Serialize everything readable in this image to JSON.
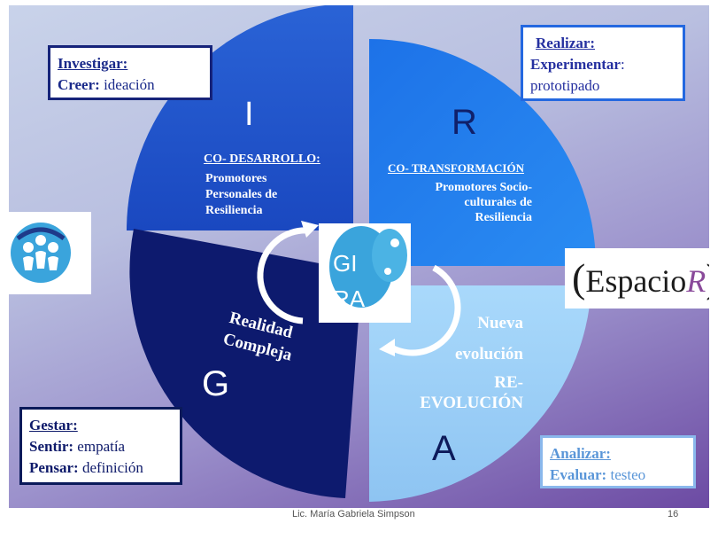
{
  "quadrants": {
    "i": {
      "letter": "I",
      "title": "CO- DESARROLLO:",
      "body": [
        "Promotores",
        "Personales de",
        "Resiliencia"
      ]
    },
    "r": {
      "letter": "R",
      "title": "CO- TRANSFORMACIÓN",
      "body": [
        "Promotores Socio-",
        "culturales de",
        "Resiliencia"
      ]
    },
    "g": {
      "letter": "G",
      "text": [
        "Realidad",
        "Compleja"
      ]
    },
    "a": {
      "letter": "A",
      "text": [
        "Nueva",
        "evolución",
        "RE-",
        "EVOLUCIÓN"
      ]
    }
  },
  "center_logo": {
    "line1": "GI",
    "line2": "RA"
  },
  "boxes": {
    "investigar": {
      "heading": "Investigar:",
      "line_label": "Creer:",
      "line_value": " ideación"
    },
    "realizar": {
      "heading": "Realizar:",
      "line_label": "Experimentar",
      "line_value": ":",
      "line2": "prototipado"
    },
    "gestar": {
      "heading": "Gestar:",
      "line1_label": "Sentir:",
      "line1_value": " empatía",
      "line2_label": "Pensar:",
      "line2_value": " definición"
    },
    "analizar": {
      "heading": "Analizar:",
      "line_label": "Evaluar:",
      "line_value": " testeo"
    }
  },
  "espacio_logo": {
    "open": "(",
    "word": "Espacio",
    "r": "R",
    "close": ")"
  },
  "footer": {
    "author": "Lic. María Gabriela Simpson",
    "page": "16"
  },
  "colors": {
    "quad_i": "#1f5fd9",
    "quad_r": "#1e7ef0",
    "quad_g": "#0d1a6e",
    "quad_a": "#9cd0f8"
  }
}
